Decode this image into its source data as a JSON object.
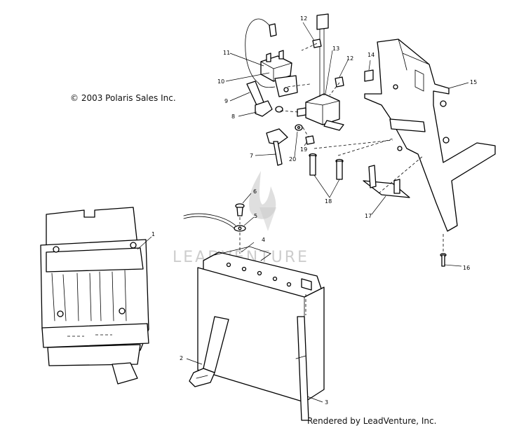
{
  "copyright": "© 2003 Polaris Sales Inc.",
  "rendered_by": "Rendered by LeadVenture, Inc.",
  "watermark": "LEADVENTURE",
  "callouts": [
    {
      "id": "1",
      "label": "1"
    },
    {
      "id": "2",
      "label": "2"
    },
    {
      "id": "3",
      "label": "3"
    },
    {
      "id": "4",
      "label": "4"
    },
    {
      "id": "5",
      "label": "5"
    },
    {
      "id": "6",
      "label": "6"
    },
    {
      "id": "7",
      "label": "7"
    },
    {
      "id": "8",
      "label": "8"
    },
    {
      "id": "9",
      "label": "9"
    },
    {
      "id": "10",
      "label": "10"
    },
    {
      "id": "11",
      "label": "11"
    },
    {
      "id": "12a",
      "label": "12"
    },
    {
      "id": "12b",
      "label": "12"
    },
    {
      "id": "13",
      "label": "13"
    },
    {
      "id": "14",
      "label": "14"
    },
    {
      "id": "15",
      "label": "15"
    },
    {
      "id": "16",
      "label": "16"
    },
    {
      "id": "17",
      "label": "17"
    },
    {
      "id": "18",
      "label": "18"
    },
    {
      "id": "19",
      "label": "19"
    },
    {
      "id": "20",
      "label": "20"
    }
  ]
}
